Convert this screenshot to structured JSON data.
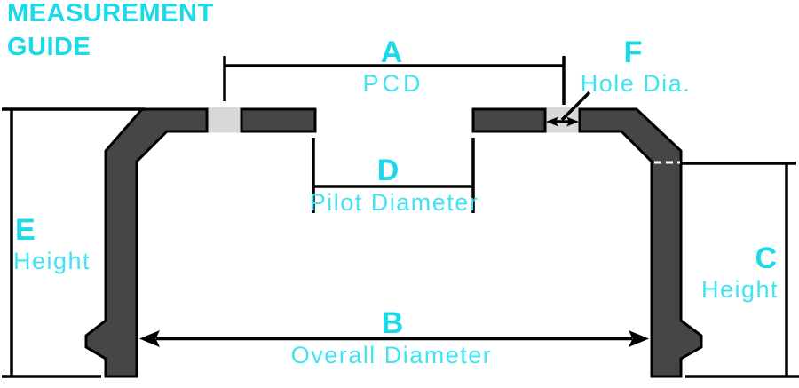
{
  "title": {
    "line1": "MEASUREMENT",
    "line2": "GUIDE"
  },
  "colors": {
    "accent_bold": "#1cd9e9",
    "accent_light": "#41e3f2",
    "part_dark": "#464646",
    "part_outline": "#000000",
    "hole_gray": "#d8d8d8",
    "dim_line": "#000000",
    "background": "#ffffff"
  },
  "dimensions": {
    "a": {
      "letter": "A",
      "caption": "PCD"
    },
    "b": {
      "letter": "B",
      "caption": "Overall Diameter"
    },
    "c": {
      "letter": "C",
      "caption": "Height"
    },
    "d": {
      "letter": "D",
      "caption": "Pilot Diameter"
    },
    "e": {
      "letter": "E",
      "caption": "Height"
    },
    "f": {
      "letter": "F",
      "caption": "Hole Dia."
    }
  }
}
